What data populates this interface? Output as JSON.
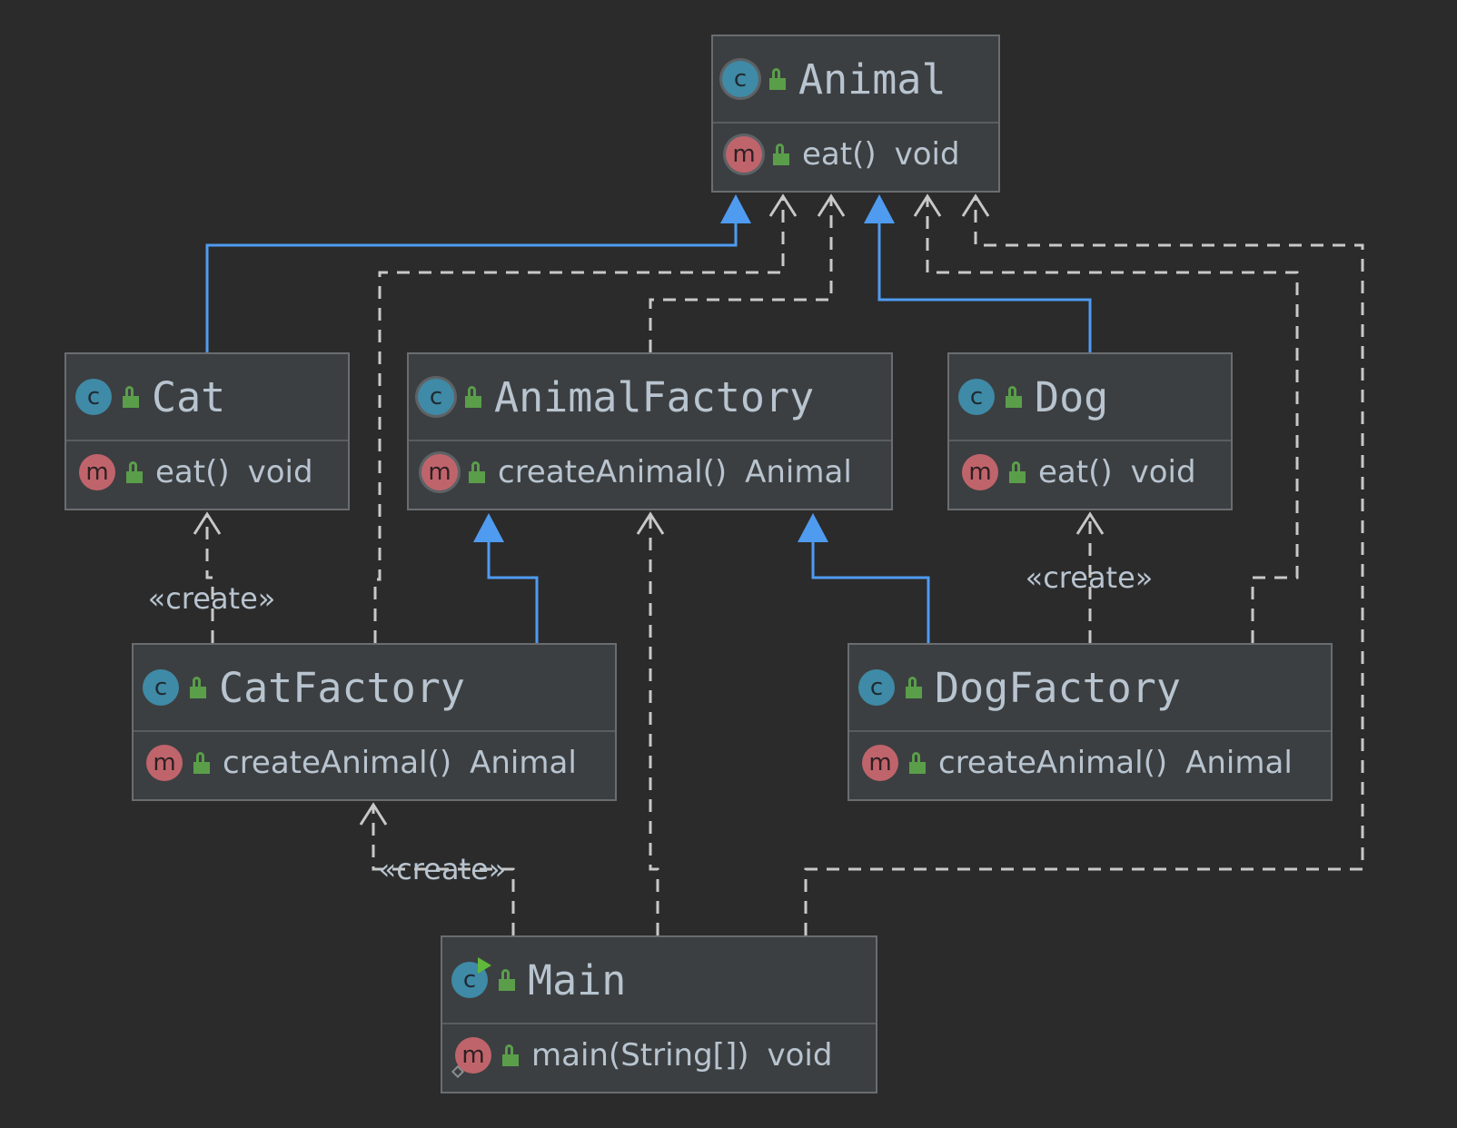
{
  "colors": {
    "background": "#2b2b2b",
    "node_fill": "#3c3f41",
    "node_border": "#6a6d70",
    "text": "#b8c4cf",
    "inheritance_edge": "#4f9bf0",
    "dependency_edge": "#c8c8c8",
    "class_icon": "#3f8aa6",
    "method_icon": "#c0646c",
    "public_lock": "#5a9e4a",
    "run_badge": "#5fb83c"
  },
  "classes": {
    "animal": {
      "name": "Animal",
      "kind_icon": "abstract-class-icon",
      "kind_letter": "c",
      "method": {
        "icon": "abstract-method-icon",
        "letter": "m",
        "name": "eat()",
        "type": "void"
      }
    },
    "cat": {
      "name": "Cat",
      "kind_icon": "class-icon",
      "kind_letter": "c",
      "method": {
        "icon": "method-icon",
        "letter": "m",
        "name": "eat()",
        "type": "void"
      }
    },
    "animal_factory": {
      "name": "AnimalFactory",
      "kind_icon": "abstract-class-icon",
      "kind_letter": "c",
      "method": {
        "icon": "abstract-method-icon",
        "letter": "m",
        "name": "createAnimal()",
        "type": "Animal"
      }
    },
    "dog": {
      "name": "Dog",
      "kind_icon": "class-icon",
      "kind_letter": "c",
      "method": {
        "icon": "method-icon",
        "letter": "m",
        "name": "eat()",
        "type": "void"
      }
    },
    "cat_factory": {
      "name": "CatFactory",
      "kind_icon": "class-icon",
      "kind_letter": "c",
      "method": {
        "icon": "method-icon",
        "letter": "m",
        "name": "createAnimal()",
        "type": "Animal"
      }
    },
    "dog_factory": {
      "name": "DogFactory",
      "kind_icon": "class-icon",
      "kind_letter": "c",
      "method": {
        "icon": "method-icon",
        "letter": "m",
        "name": "createAnimal()",
        "type": "Animal"
      }
    },
    "main": {
      "name": "Main",
      "kind_icon": "runnable-class-icon",
      "kind_letter": "c",
      "method": {
        "icon": "static-method-icon",
        "letter": "m",
        "name": "main(String[])",
        "type": "void"
      }
    }
  },
  "relations": [
    {
      "from": "Cat",
      "to": "Animal",
      "kind": "extends"
    },
    {
      "from": "Dog",
      "to": "Animal",
      "kind": "extends"
    },
    {
      "from": "CatFactory",
      "to": "AnimalFactory",
      "kind": "extends"
    },
    {
      "from": "DogFactory",
      "to": "AnimalFactory",
      "kind": "extends"
    },
    {
      "from": "CatFactory",
      "to": "Cat",
      "kind": "create",
      "label": "«create»"
    },
    {
      "from": "DogFactory",
      "to": "Dog",
      "kind": "create",
      "label": "«create»"
    },
    {
      "from": "Main",
      "to": "CatFactory",
      "kind": "create",
      "label": "«create»"
    },
    {
      "from": "AnimalFactory",
      "to": "Animal",
      "kind": "uses"
    },
    {
      "from": "CatFactory",
      "to": "Animal",
      "kind": "uses"
    },
    {
      "from": "DogFactory",
      "to": "Animal",
      "kind": "uses"
    },
    {
      "from": "Main",
      "to": "Animal",
      "kind": "uses"
    },
    {
      "from": "Main",
      "to": "AnimalFactory",
      "kind": "uses"
    }
  ]
}
